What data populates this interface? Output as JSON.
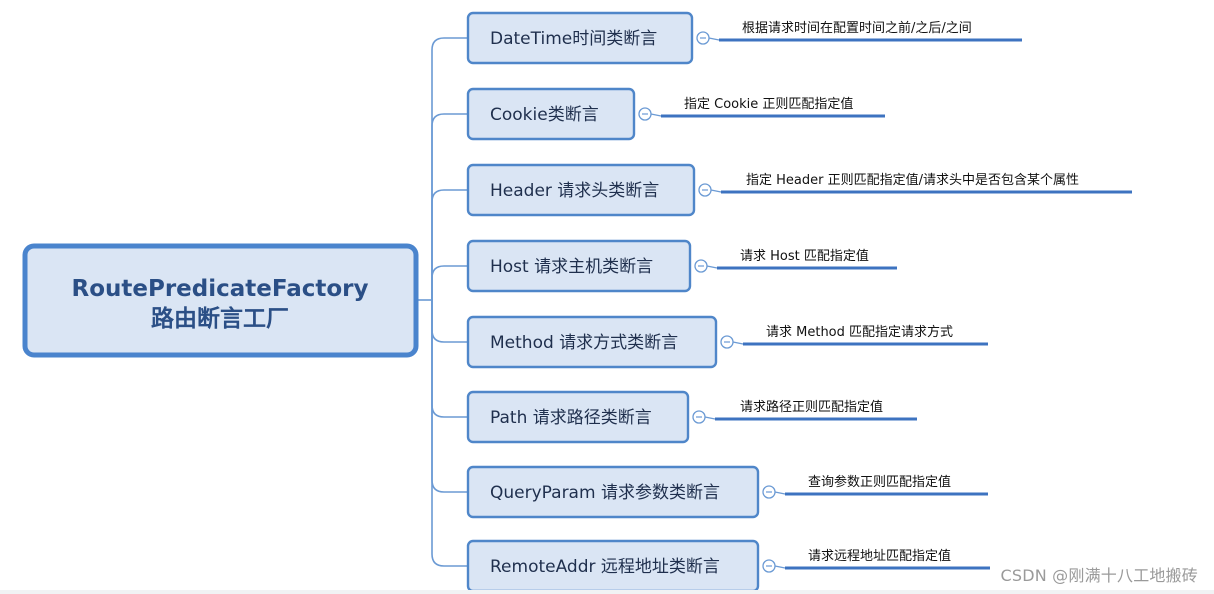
{
  "root": {
    "line1": "RoutePredicateFactory",
    "line2": "路由断言工厂"
  },
  "branches": [
    {
      "label": "DateTime时间类断言",
      "note": "根据请求时间在配置时间之前/之后/之间"
    },
    {
      "label": "Cookie类断言",
      "note": "指定 Cookie 正则匹配指定值"
    },
    {
      "label": "Header 请求头类断言",
      "note": "指定 Header 正则匹配指定值/请求头中是否包含某个属性"
    },
    {
      "label": "Host 请求主机类断言",
      "note": "请求 Host 匹配指定值"
    },
    {
      "label": "Method 请求方式类断言",
      "note": "请求 Method 匹配指定请求方式"
    },
    {
      "label": "Path 请求路径类断言",
      "note": "请求路径正则匹配指定值"
    },
    {
      "label": "QueryParam 请求参数类断言",
      "note": "查询参数正则匹配指定值"
    },
    {
      "label": "RemoteAddr 远程地址类断言",
      "note": "请求远程地址匹配指定值"
    }
  ],
  "watermark": "CSDN @刚满十八工地搬砖",
  "colors": {
    "node_fill": "#dae5f4",
    "node_border": "#4f86c9",
    "root_border": "#4a84cd",
    "root_text": "#2b4f86",
    "connector": "#6b9ad4",
    "underline": "#3d73c0"
  }
}
